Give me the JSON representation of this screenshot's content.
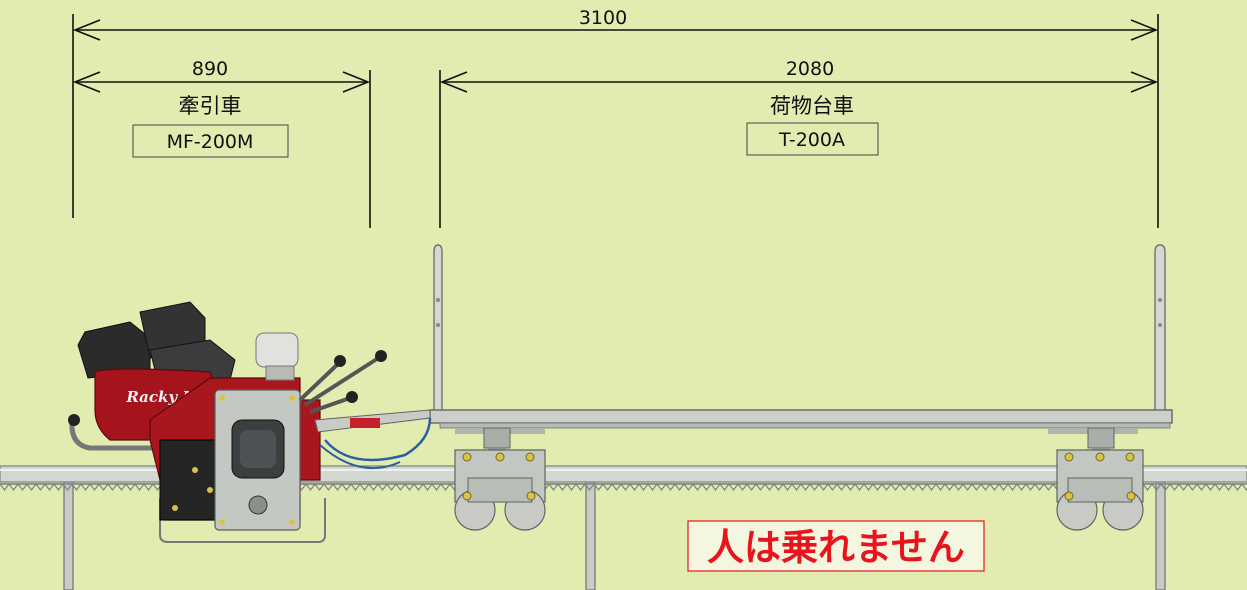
{
  "dimensions": {
    "total": "3100",
    "tractor": "890",
    "cart": "2080"
  },
  "tractor": {
    "name": "牽引車",
    "model": "MF-200M",
    "brand": "Racky MF"
  },
  "cart": {
    "name": "荷物台車",
    "model": "T-200A"
  },
  "warning": "人は乗れません",
  "colors": {
    "background": "#e3ecb0",
    "engine_red": "#a5141c",
    "warning_red": "#e8141b",
    "rail_steel": "#c9ccc6"
  }
}
